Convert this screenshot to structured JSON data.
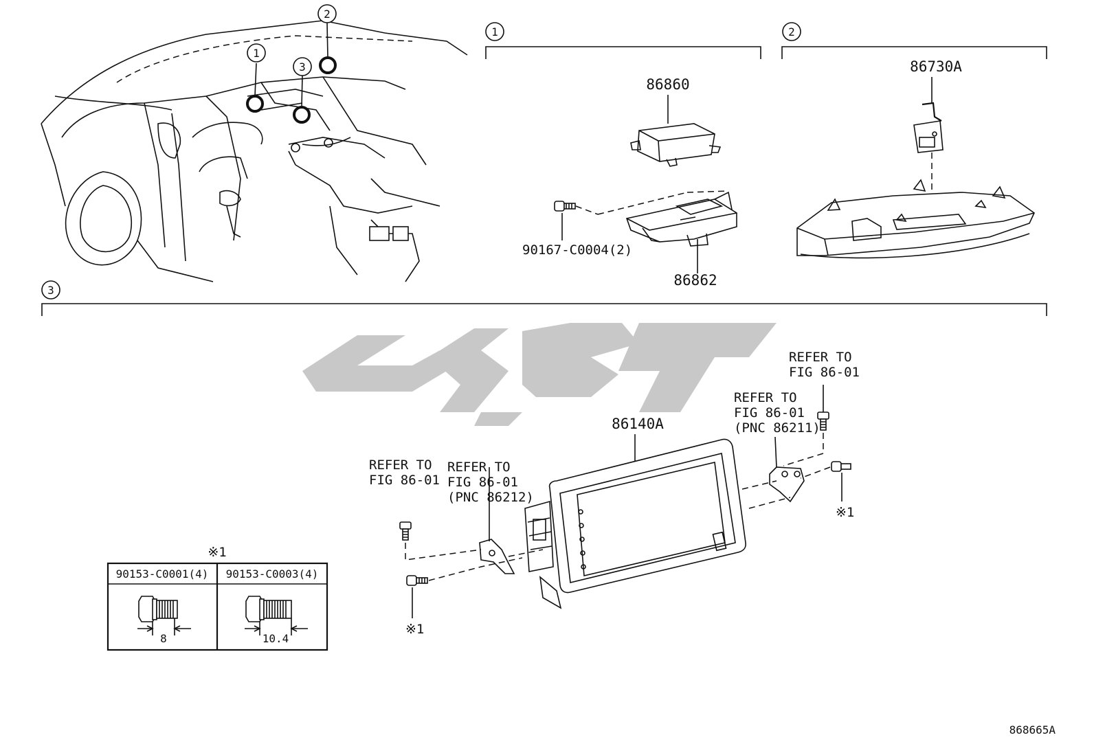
{
  "callouts": {
    "one": "1",
    "two": "2",
    "three": "3"
  },
  "parts": {
    "airbag_sensor": "86860",
    "airbag_bracket": "86862",
    "bolt_90167": "90167-C0004(2)",
    "overhead_module": "86730A",
    "display_unit": "86140A"
  },
  "refs": {
    "ref_left": {
      "line1": "REFER TO",
      "line2": "FIG 86-01"
    },
    "ref_left_pnc": {
      "line1": "REFER TO",
      "line2": "FIG 86-01",
      "line3": "(PNC 86212)"
    },
    "ref_right_pnc": {
      "line1": "REFER TO",
      "line2": "FIG 86-01",
      "line3": "(PNC 86211)"
    },
    "ref_right_top": {
      "line1": "REFER TO",
      "line2": "FIG 86-01"
    }
  },
  "note_mark": "※1",
  "bolt_table": {
    "title": "※1",
    "columns": [
      {
        "part": "90153-C0001(4)",
        "length": "8"
      },
      {
        "part": "90153-C0003(4)",
        "length": "10.4"
      }
    ]
  },
  "figure_id": "868665A",
  "colors": {
    "line": "#111111",
    "watermark": "#c8c8c8",
    "background": "#ffffff"
  }
}
